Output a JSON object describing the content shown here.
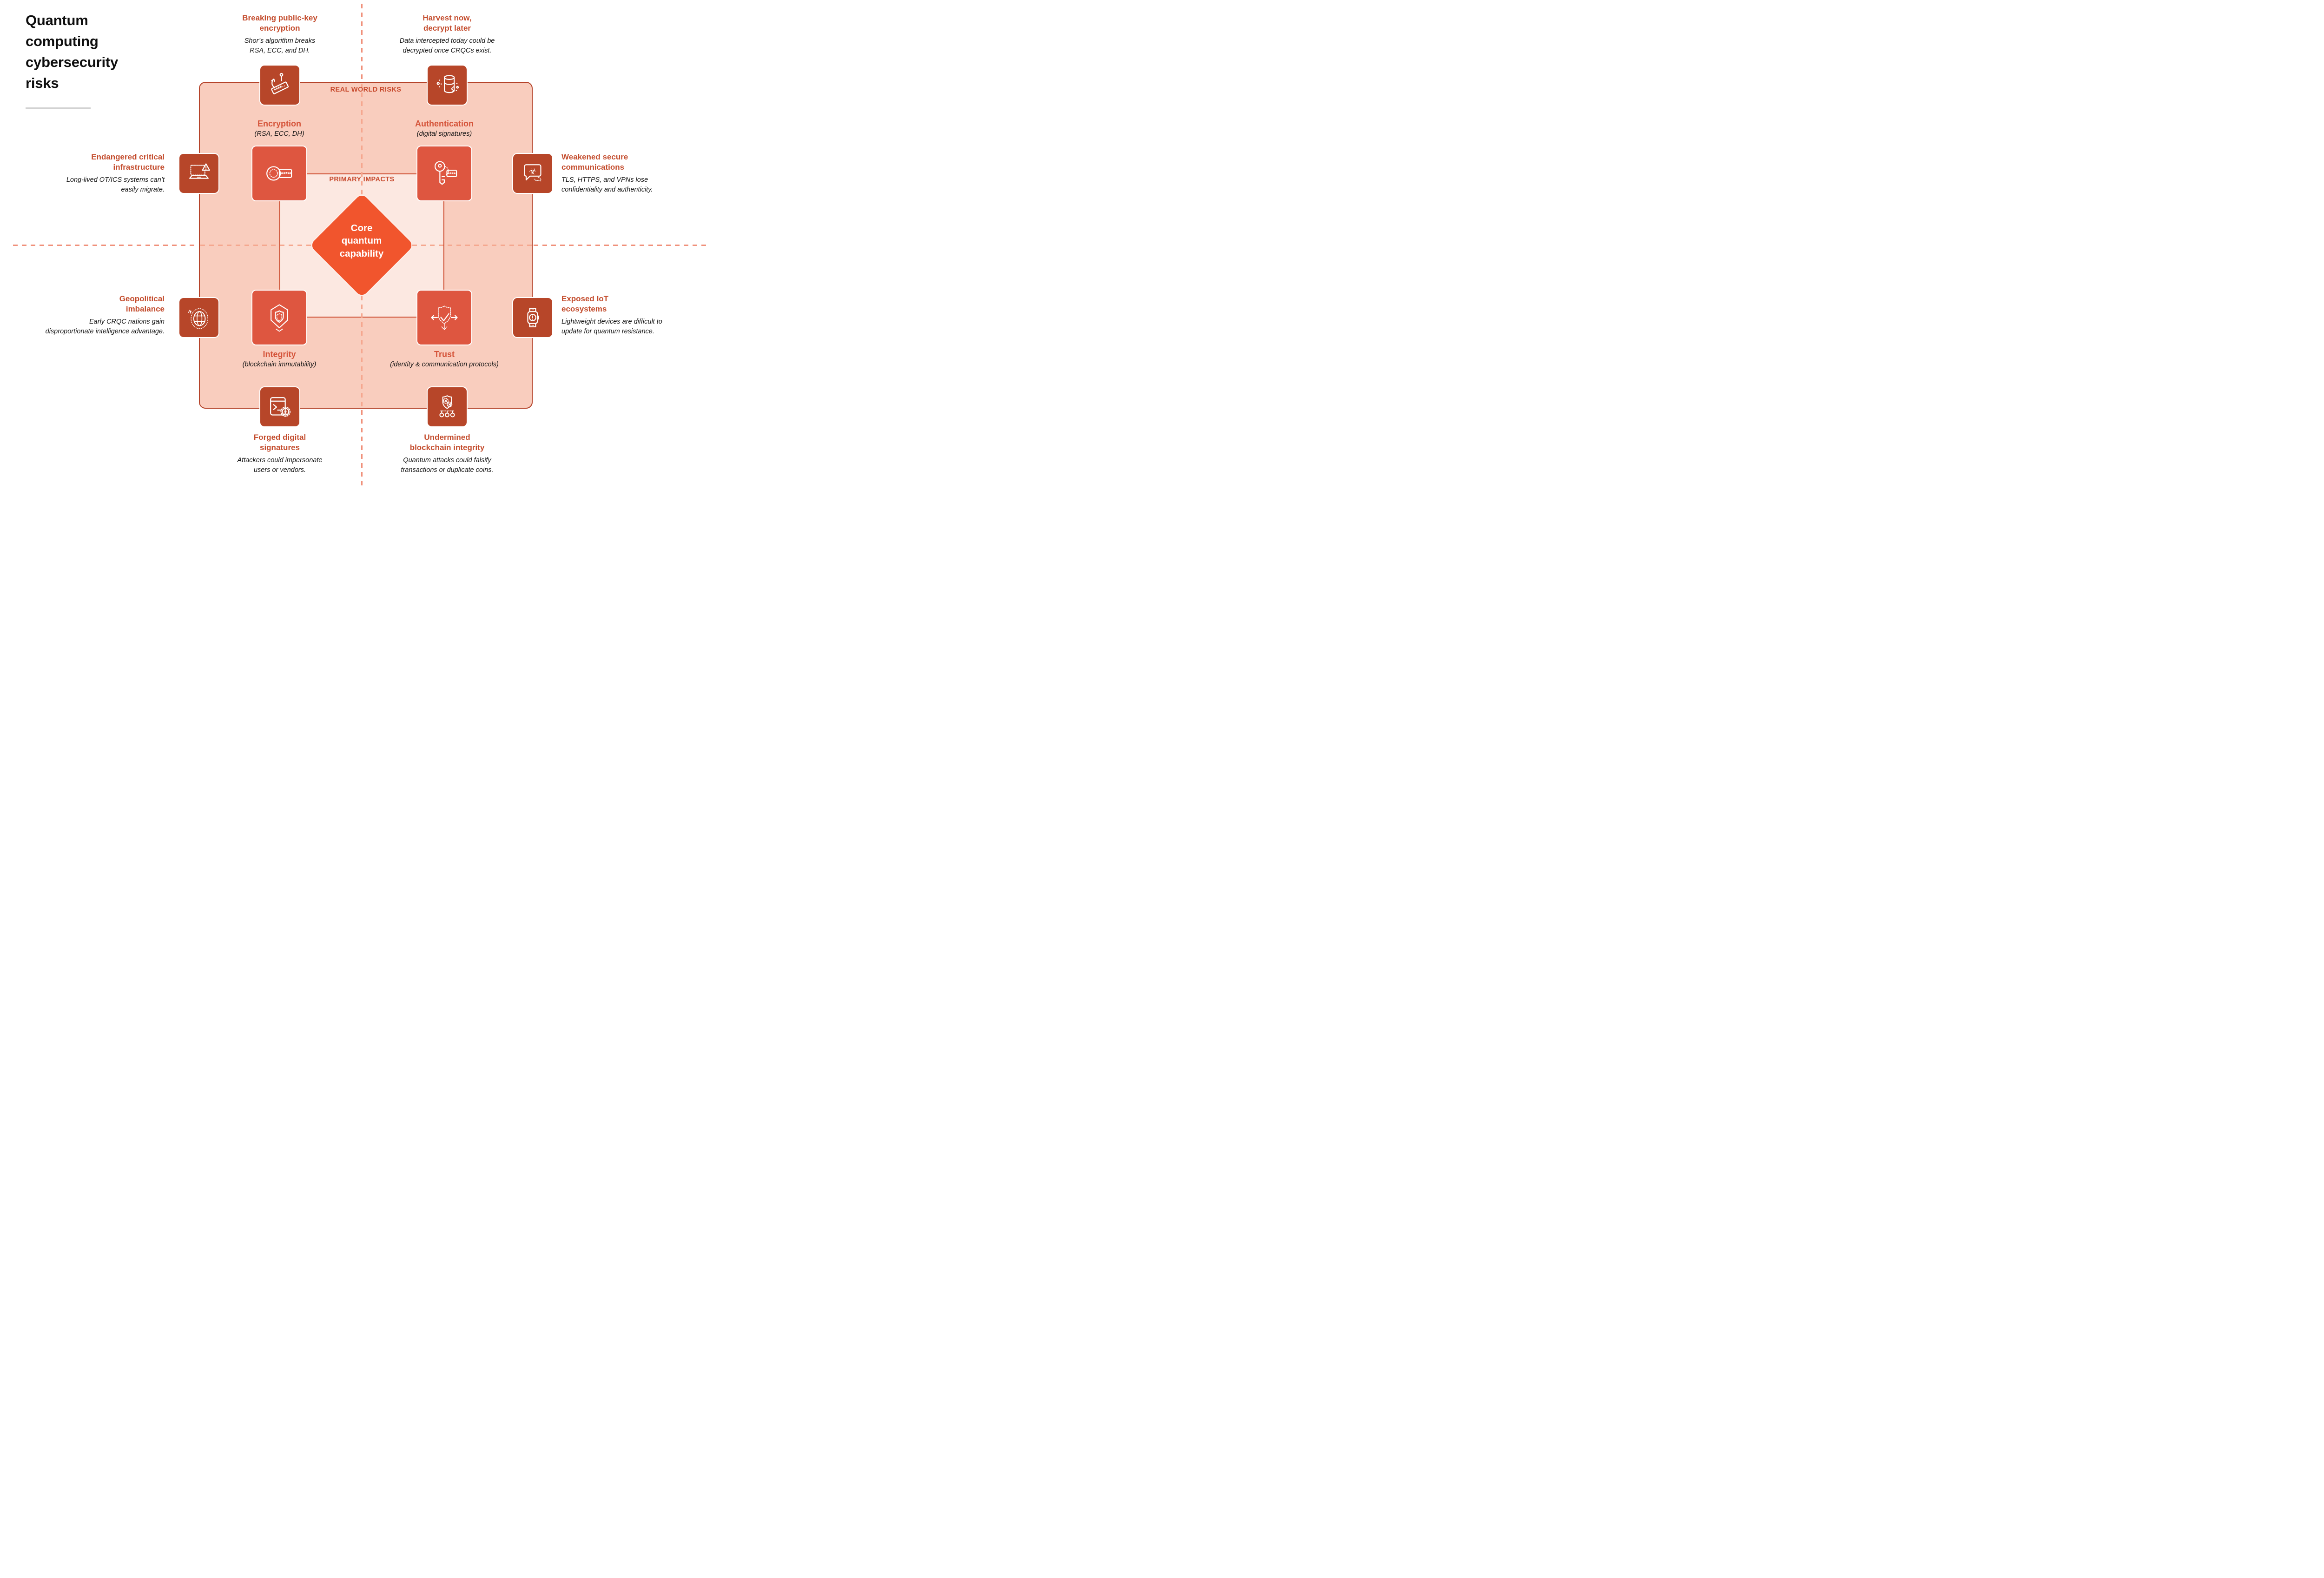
{
  "title": "Quantum\ncomputing\ncybersecurity\nrisks",
  "colors": {
    "heading_red": "#c44d2e",
    "dark_red_square": "#b74629",
    "quadrant_square": "#de5640",
    "box_fill": "#f9cdbe",
    "box_border": "#b5432a",
    "inner_fill": "#fce8e1",
    "diamond_orange": "#f1552d",
    "dashed_salmon": "#f0907a",
    "title_black": "#0e0e0e",
    "underline_gray": "#d2d2d2"
  },
  "center": {
    "real_world_risks_label": "REAL WORLD RISKS",
    "primary_impacts_label": "PRIMARY IMPACTS",
    "diamond_label": "Core\nquantum\ncapability"
  },
  "quadrants": {
    "encryption": {
      "label": "Encryption",
      "sublabel": "(RSA, ECC, DH)",
      "icon": "key-password-icon"
    },
    "authentication": {
      "label": "Authentication",
      "sublabel": "(digital signatures)",
      "icon": "key-signature-icon"
    },
    "integrity": {
      "label": "Integrity",
      "sublabel": "(blockchain immutability)",
      "icon": "hex-shield-icon"
    },
    "trust": {
      "label": "Trust",
      "sublabel": "(identity & communication protocols)",
      "icon": "shield-check-arrows-icon"
    }
  },
  "risks": {
    "breaking": {
      "heading": "Breaking public-key\nencryption",
      "body": "Shor’s algorithm breaks\nRSA, ECC, and DH.",
      "icon": "phishing-hook-icon"
    },
    "harvest": {
      "heading": "Harvest now,\ndecrypt later",
      "body": "Data intercepted today could be\ndecrypted once CRQCs exist.",
      "icon": "database-harvest-icon"
    },
    "endangered": {
      "heading": "Endangered critical\ninfrastructure",
      "body": "Long-lived OT/ICS systems can’t\neasily migrate.",
      "icon": "laptop-warning-icon"
    },
    "weakened": {
      "heading": "Weakened secure\ncommunications",
      "body": "TLS, HTTPS, and VPNs lose\nconfidentiality and authenticity.",
      "icon": "biohazard-chat-icon"
    },
    "geopolitical": {
      "heading": "Geopolitical\nimbalance",
      "body": "Early CRQC nations gain\ndisproportionate intelligence advantage.",
      "icon": "globe-plane-icon"
    },
    "exposed": {
      "heading": "Exposed IoT\necosystems",
      "body": "Lightweight devices are difficult to\nupdate for quantum resistance.",
      "icon": "smartwatch-alert-icon"
    },
    "forged": {
      "heading": "Forged digital\nsignatures",
      "body": "Attackers could impersonate\nusers or vendors.",
      "icon": "terminal-malware-icon"
    },
    "undermined": {
      "heading": "Undermined\nblockchain integrity",
      "body": "Quantum attacks could falsify\ntransactions or duplicate coins.",
      "icon": "blockchain-gears-icon"
    }
  }
}
